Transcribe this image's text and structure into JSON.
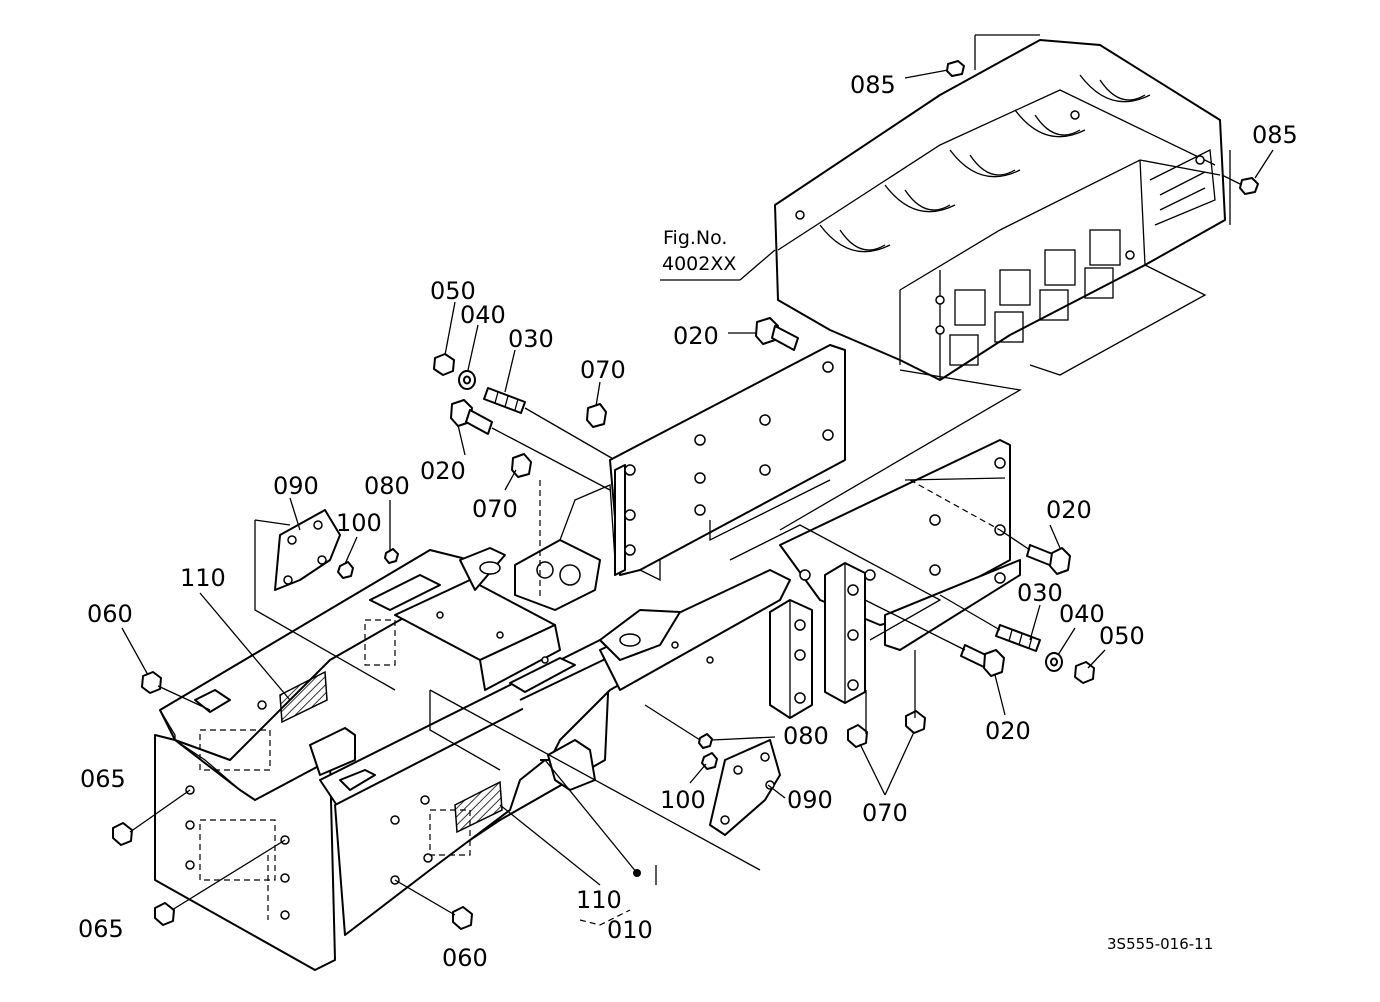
{
  "figure": {
    "reference_label_line1": "Fig.No.",
    "reference_label_line2": "4002XX",
    "drawing_code": "3S555-016-11"
  },
  "callouts": {
    "c085_top": "085",
    "c085_right": "085",
    "c050_top": "050",
    "c040_top": "040",
    "c030_top": "030",
    "c020_top": "020",
    "c070_top": "070",
    "c020_mid": "020",
    "c070_mid": "070",
    "c090_left": "090",
    "c080_left": "080",
    "c100_left": "100",
    "c110_left": "110",
    "c060_left": "060",
    "c020_right": "020",
    "c030_right": "030",
    "c040_right": "040",
    "c050_right": "050",
    "c020_right_low": "020",
    "c080_right": "080",
    "c100_right": "100",
    "c090_right": "090",
    "c070_bottom": "070",
    "c065_upper": "065",
    "c065_lower": "065",
    "c060_bottom": "060",
    "c110_bottom": "110",
    "c010_bottom": "010"
  }
}
